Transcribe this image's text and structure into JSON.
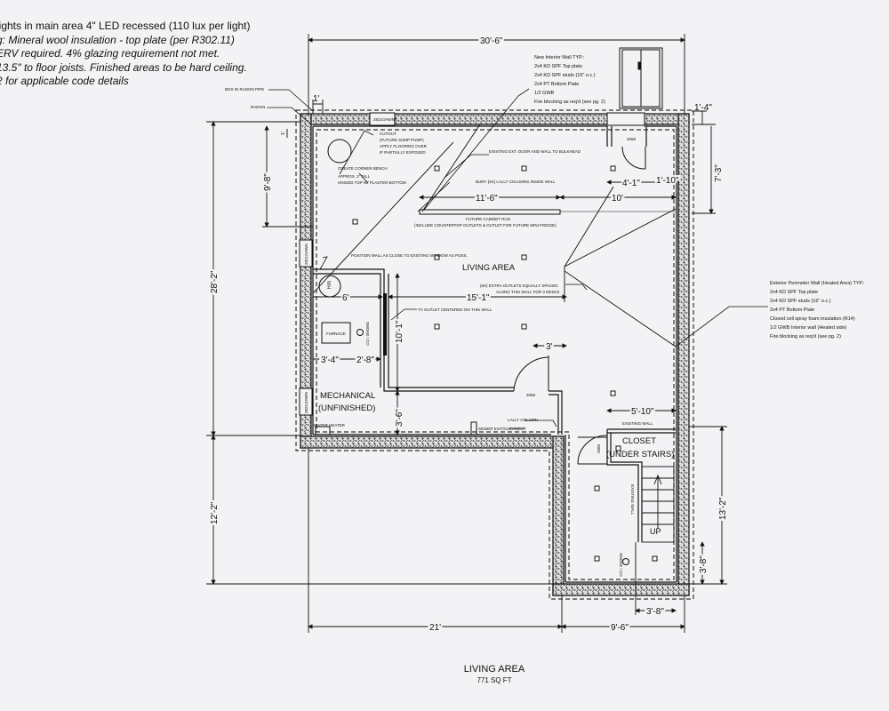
{
  "notes": [
    " lights in main area 4\" LED recessed (110 lux per light)",
    "g: Mineral wool insulation - top plate (per R302.11)",
    " ERV required. 4% glazing requirement not met.",
    "13.5\" to floor joists. Finished areas to be hard ceiling.",
    "2 for applicable code details"
  ],
  "callouts": {
    "interior_wall": [
      "New Interior Wall TYP.:",
      "2x4 KD SPF Top plate",
      "2x4 KD SPF studs (16\" o.c.)",
      "2x4 PT Bottom Plate",
      "1/2 GWB",
      "Fire blocking as req'd (see pg. 2)"
    ],
    "exterior_wall": [
      "Exterior Perimeter Wall (Heated Area) TYP.:",
      "2x4 KD SPF Top plate",
      "2x4 KD SPF studs (16\" o.c.)",
      "2x4 PT Bottom Plate",
      "Closed cell spray foam insulation (R14)",
      "1/2 GWB Interior wall (Heated side)",
      "Fire blocking as req'd (see pg. 2)"
    ],
    "box_radon": "BOX IN RADON PIPE",
    "radon": "RADON",
    "window": "2821OAWN",
    "cutout": [
      "CUTOUT",
      "(FUTURE SUMP PUMP)",
      "APPLY FLOORING OVER",
      "IF PARTIALLY EXPOSED"
    ],
    "bench": [
      "CREATE CORNER BENCH",
      "APPROX. 2' TALL",
      "HINGED TOP W/ PLASTER BOTTOM"
    ],
    "ext_door": "EXISTING EXT. DOOR AND WALL TO BULKHEAD",
    "lally": "BURY (6X) LALLY COLUMNS INSIDE WALL",
    "cabinet": [
      "FUTURE CABINET RUN",
      "(INCLUDE COUNTERTOP OUTLETS & OUTLET FOR FUTURE MINI FRIDGE)"
    ],
    "position_wall": "POSITION WALL AS CLOSE TO EXISTING WINDOW AS POSS.",
    "outlets": [
      "(6X) EXTRA OUTLETS EQUALLY SPACED",
      "ALONG THIS WALL FOR 3 DESKS"
    ],
    "tv": "TV OUTLET CENTERED ON THIS WALL",
    "lally_column": "LALLY COLUMN",
    "sewer": "SEWER EXIT/CLEANOUT",
    "water_heater": "WATER HEATER",
    "furnace": "FURNACE",
    "wh": "WH",
    "smoke": "SMOKE / CO",
    "door_2068": "2068",
    "door_3068": "3068",
    "existing_wall": "EXISTING WALL",
    "existing_wall2": "EXISTING WALL",
    "window_left": "2821OAWN",
    "window_left2": "2821OAWN",
    "smoke2": "SMOKE / CO",
    "door_2068b": "2068"
  },
  "rooms": {
    "living": "LIVING AREA",
    "mechanical": [
      "MECHANICAL",
      "(UNFINISHED)"
    ],
    "closet": [
      "CLOSET",
      "(UNDER STAIRS)"
    ],
    "up": "UP"
  },
  "dimensions": {
    "overall_width": "30'-6\"",
    "overall_depth": "28'-2\"",
    "lower_depth": "12'-2\"",
    "bottom_left": "21'",
    "bottom_right": "9'-6\"",
    "one_ft_top": "1'",
    "one_ft_side": "1'",
    "left_9_8": "9'-8\"",
    "top_right_1_4": "1'-4\"",
    "right_7_3": "7'-3\"",
    "d_4_1": "4'-1\"",
    "d_1_10": "1'-10\"",
    "d_11_6": "11'-6\"",
    "d_10": "10'",
    "d_6": "6'",
    "d_15_1": "15'-1\"",
    "d_10_1": "10'-1\"",
    "d_3": "3'",
    "d_3_4": "3'-4\"",
    "d_2_8": "2'-8\"",
    "d_3_6": "3'-6\"",
    "d_5_10": "5'-10\"",
    "d_13_2": "13'-2\"",
    "d_3_8v": "3'-8\"",
    "d_3_8h": "3'-8\""
  },
  "footer": {
    "title": "LIVING AREA",
    "area": "771 SQ FT"
  }
}
